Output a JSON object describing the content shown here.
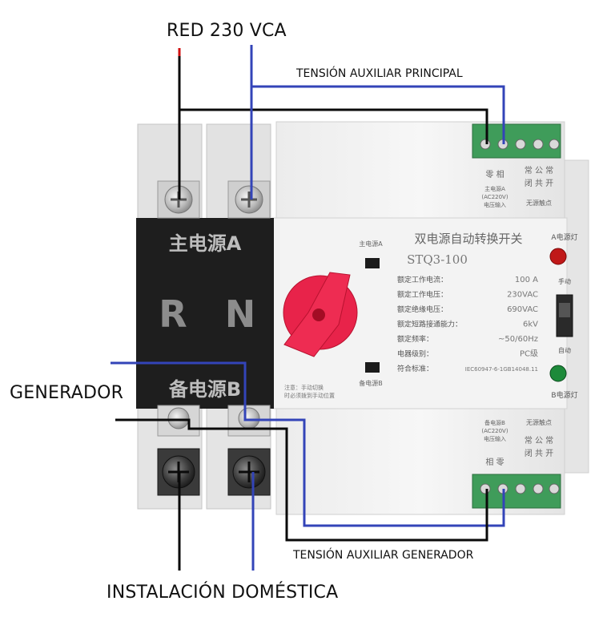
{
  "labels": {
    "red": "RED 230 VCA",
    "aux_principal": "TENSIÓN AUXILIAR PRINCIPAL",
    "generador": "GENERADOR",
    "aux_generador": "TENSIÓN AUXILIAR GENERADOR",
    "instalacion": "INSTALACIÓN DOMÉSTICA"
  },
  "device": {
    "main_source": "主电源A",
    "backup_source": "备电源B",
    "phase_r": "R",
    "phase_n": "N",
    "product_title": "双电源自动转换开关",
    "model": "STQ3-100",
    "lamp_a": "A电源灯",
    "lamp_b": "B电源灯",
    "switch_a": "主电源A",
    "switch_b": "备电源B",
    "manual": "手动",
    "auto": "自动",
    "note_line1": "注意：手动切换",
    "note_line2": "时必须拨到手动位置",
    "top_terminal_label1": "零 相",
    "top_terminal_label2": "主电源A",
    "top_terminal_label3": "(AC220V)",
    "top_terminal_label4": "电压输入",
    "top_terminal_chars": "常 公 常",
    "top_terminal_chars2": "闭 共 开",
    "top_terminal_contact": "无源触点",
    "bottom_terminal_label1": "备电源B",
    "bottom_terminal_label2": "(AC220V)",
    "bottom_terminal_label3": "电压输入",
    "bottom_terminal_chars": "常 公 常",
    "bottom_terminal_chars2": "闭 共 开",
    "bottom_terminal_contact": "无源触点",
    "bottom_terminal_lr": "相 零",
    "specs": [
      {
        "key": "额定工作电流：",
        "val": "100 A"
      },
      {
        "key": "额定工作电压：",
        "val": "230VAC"
      },
      {
        "key": "额定绝缘电压：",
        "val": "690VAC"
      },
      {
        "key": "额定短路接通能力：",
        "val": "6kV"
      },
      {
        "key": "额定频率：",
        "val": "~50/60Hz"
      },
      {
        "key": "电器级别：",
        "val": "PC级"
      },
      {
        "key": "符合标准：",
        "val": "IEC60947-6-1GB14048.11"
      }
    ]
  },
  "colors": {
    "blue_wire": "#3344b8",
    "black_wire": "#0a0a0a",
    "red_wire": "#d01010",
    "knob": "#e8234a",
    "terminal_green": "#3f9c5a",
    "black_panel": "#1e1e1e",
    "lamp_red": "#c01818",
    "lamp_green": "#1d8a3a"
  }
}
